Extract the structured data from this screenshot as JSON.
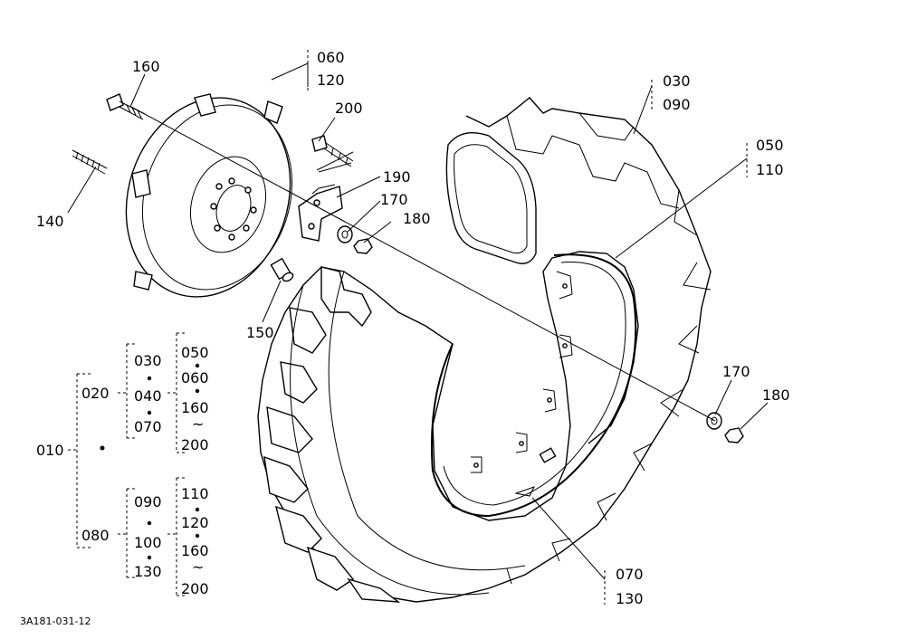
{
  "callouts": {
    "c160": "160",
    "c060": "060",
    "c120": "120",
    "c200": "200",
    "c030": "030",
    "c090": "090",
    "c050": "050",
    "c110": "110",
    "c140": "140",
    "c190": "190",
    "c170": "170",
    "c180": "180",
    "c150": "150",
    "c170b": "170",
    "c180b": "180",
    "c070": "070",
    "c130": "130"
  },
  "tree": {
    "root": "010",
    "g1": "020",
    "g1a": [
      "030",
      "040",
      "070"
    ],
    "g1b": [
      "050",
      "060",
      "160",
      "~",
      "200"
    ],
    "g2": "080",
    "g2a": [
      "090",
      "100",
      "130"
    ],
    "g2b": [
      "110",
      "120",
      "160",
      "~",
      "200"
    ]
  },
  "drawing_code": "3A181-031-12"
}
